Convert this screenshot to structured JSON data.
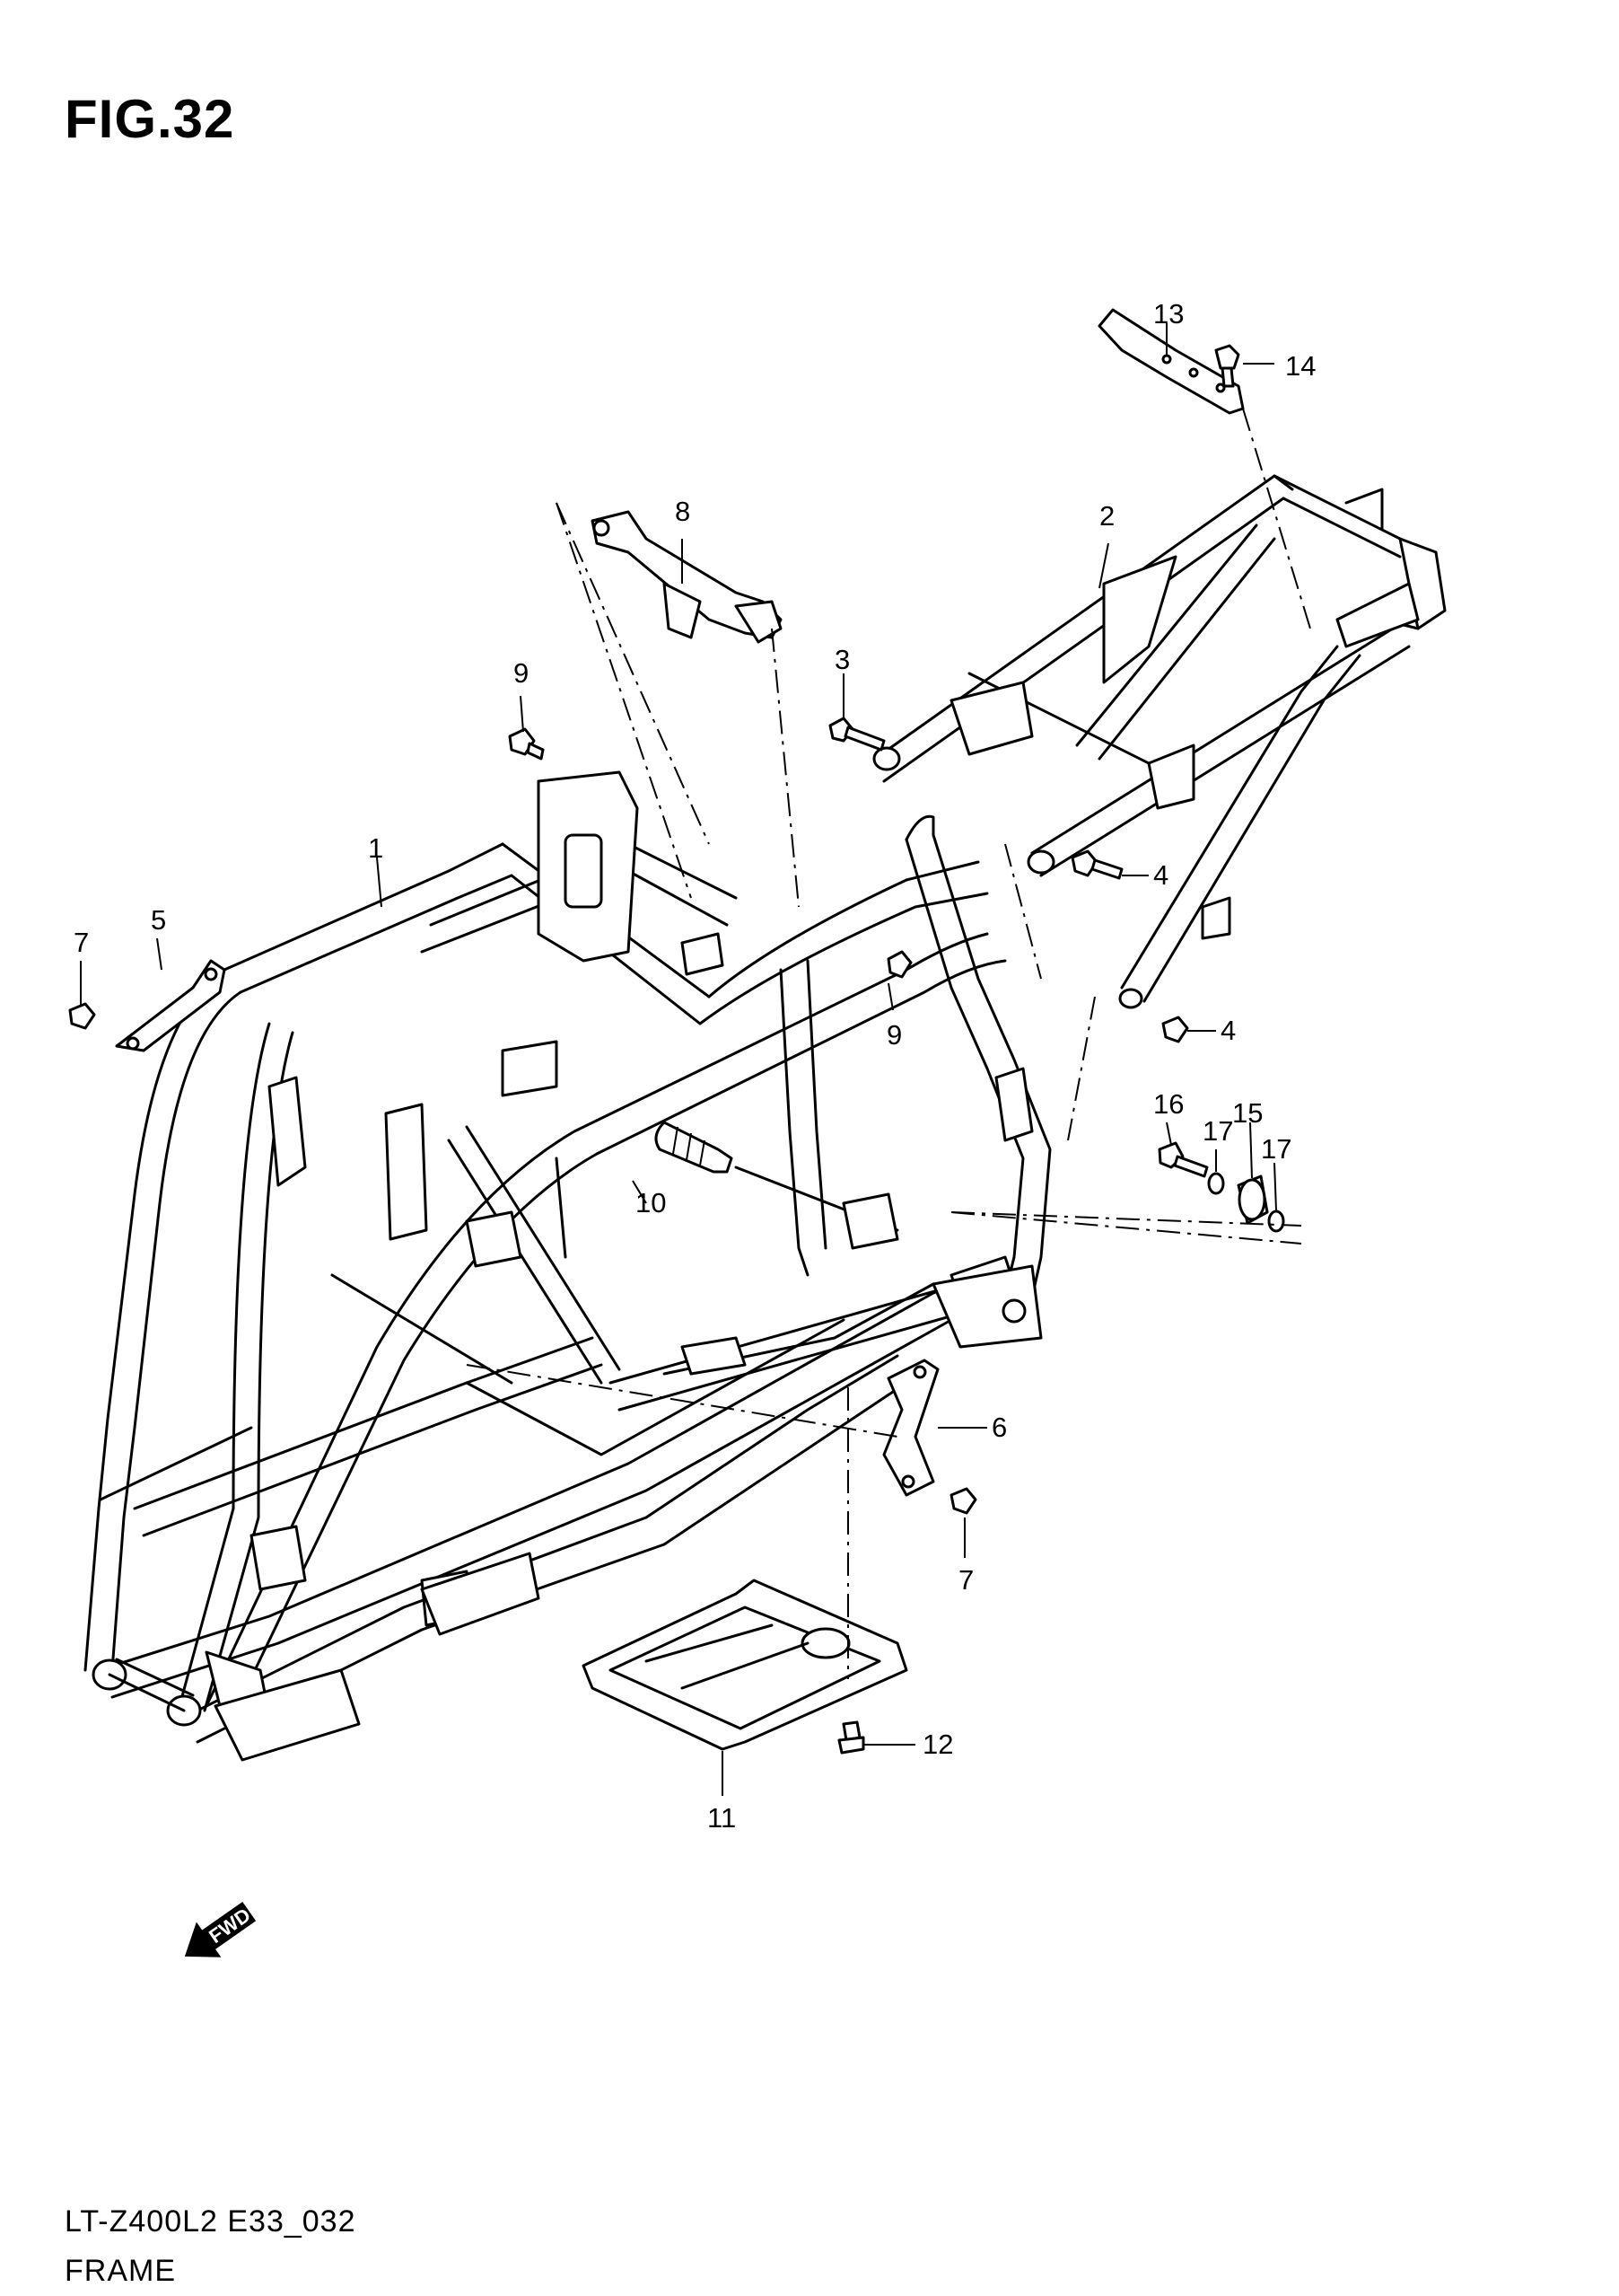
{
  "figure": {
    "title": "FIG.32"
  },
  "footer": {
    "model_code": "LT-Z400L2 E33_032",
    "section_name": "FRAME"
  },
  "fwd_arrow": {
    "label": "FWD"
  },
  "callouts": {
    "c1": "1",
    "c2": "2",
    "c3": "3",
    "c4a": "4",
    "c4b": "4",
    "c5": "5",
    "c6": "6",
    "c7a": "7",
    "c7b": "7",
    "c8": "8",
    "c9a": "9",
    "c9b": "9",
    "c10": "10",
    "c11": "11",
    "c12": "12",
    "c13": "13",
    "c14": "14",
    "c15": "15",
    "c16": "16",
    "c17a": "17",
    "c17b": "17"
  }
}
